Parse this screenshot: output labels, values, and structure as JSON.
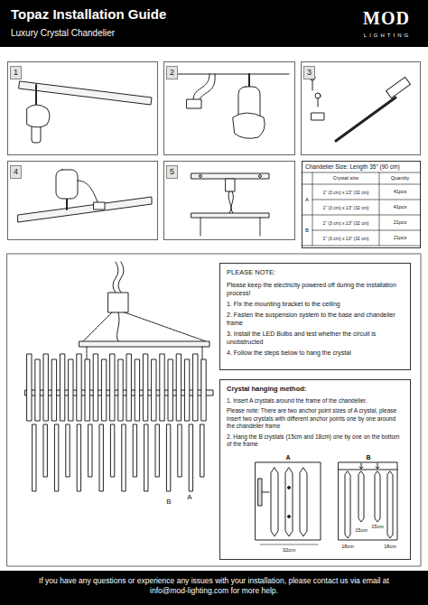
{
  "diagram": {
    "nodes": [
      {
        "text": [
          "Topaz Installation Guide",
          "Luxury Crystal Chandelier"
        ]
      },
      {
        "text": [
          "1"
        ]
      },
      {
        "text": [
          "2"
        ]
      },
      {
        "text": [
          "3"
        ]
      },
      {
        "text": [
          "4"
        ]
      },
      {
        "text": [
          "5"
        ]
      },
      {
        "text": [
          "Chandelier Size: Length 35\" (90 cm)"
        ]
      },
      {
        "text": [
          "PLEASE NOTE:",
          "Please keep the electricity powered off during the installation process!",
          "1. Fix the mounting bracket to the ceiling",
          "2. Fasten the suspension system to the base and chandelier frame",
          "3. Install the LED Bulbs and test whether the circuit is unobstructed",
          "4. Follow the steps below to hang the crystal"
        ]
      },
      {
        "text": [
          "Crystal hanging method:",
          "1. Insert A crystals around the frame of the chandelier.",
          "Please note: There are two anchor point sizes of A crystal, please insert two crystals with different anchor points one by one around the chandelier frame",
          "2. Hang the B crystals (15cm and 18cm) one by one on the bottom of the frame"
        ]
      },
      {
        "text": [
          "If you have any questions or experience any issues with your installation, please contact us via email at info@mod-lighting.com for more help."
        ]
      }
    ],
    "labels": [
      "MOD",
      "LIGHTING",
      "Crystal size",
      "Quantity",
      "A",
      "1\" (3 cm) x 13\" (32 cm)",
      "41pcs",
      "1\" (3 cm) x 13\" (32 cm)",
      "41pcs",
      "B",
      "1\" (3 cm) x 13\" (32 cm)",
      "21pcs",
      "1\" (3 cm) x 13\" (32 cm)",
      "21pcs",
      "B",
      "A",
      "A",
      "B",
      "15cm",
      "15cm",
      "32cm",
      "18cm",
      "18cm"
    ]
  }
}
